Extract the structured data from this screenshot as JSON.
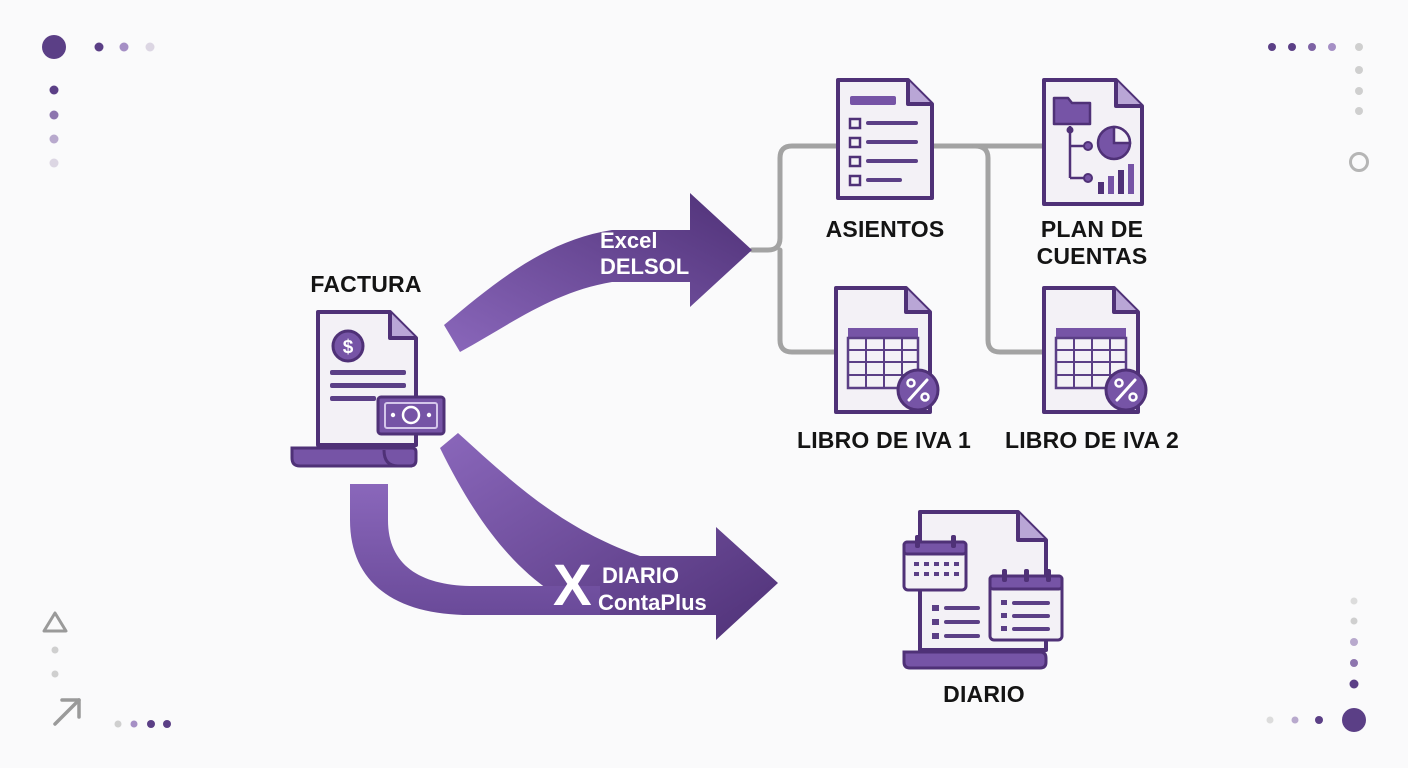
{
  "nodes": {
    "factura": "FACTURA",
    "asientos": "ASIENTOS",
    "plan_de_cuentas": [
      "PLAN DE",
      "CUENTAS"
    ],
    "libro_iva_1": "LIBRO DE IVA 1",
    "libro_iva_2": "LIBRO DE IVA 2",
    "diario": "DIARIO"
  },
  "arrows": {
    "upper": [
      "Excel",
      "DELSOL"
    ],
    "lower": {
      "mark": "X",
      "lines": [
        "DIARIO",
        "ContaPlus"
      ]
    }
  },
  "icons": {
    "factura": "invoice-dollar-document-icon",
    "asientos": "list-document-icon",
    "plan_de_cuentas": "folder-chart-document-icon",
    "libro_iva_1": "spreadsheet-percent-document-icon",
    "libro_iva_2": "spreadsheet-percent-document-icon",
    "diario": "calendar-document-icon"
  },
  "colors": {
    "purple_dark": "#4f3177",
    "purple_mid": "#6a4a99",
    "purple_light": "#8a67bb",
    "connector_gray": "#a3a3a3",
    "paper": "#f3f1f6"
  }
}
